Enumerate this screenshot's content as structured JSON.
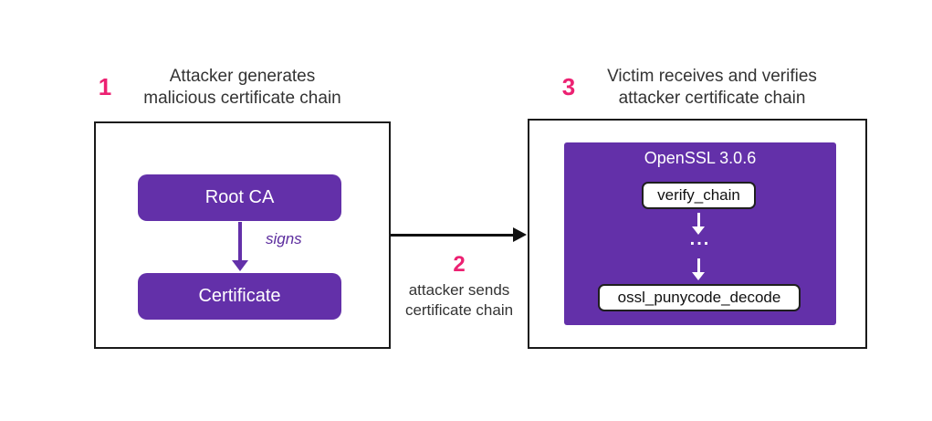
{
  "colors": {
    "purple": "#6330a9",
    "pink": "#ec2172",
    "ink": "#111111",
    "text": "#333333",
    "signs": "#5c2d9e"
  },
  "step1": {
    "number": "1",
    "caption_line1": "Attacker generates",
    "caption_line2": "malicious certificate chain"
  },
  "step2": {
    "number": "2",
    "caption_line1": "attacker sends",
    "caption_line2": "certificate chain"
  },
  "step3": {
    "number": "3",
    "caption_line1": "Victim receives and verifies",
    "caption_line2": "attacker certificate chain"
  },
  "attacker_box": {
    "root_ca_label": "Root CA",
    "signs_label": "signs",
    "certificate_label": "Certificate"
  },
  "victim_box": {
    "panel_title": "OpenSSL 3.0.6",
    "call_top": "verify_chain",
    "ellipsis": "...",
    "call_bottom": "ossl_punycode_decode"
  }
}
